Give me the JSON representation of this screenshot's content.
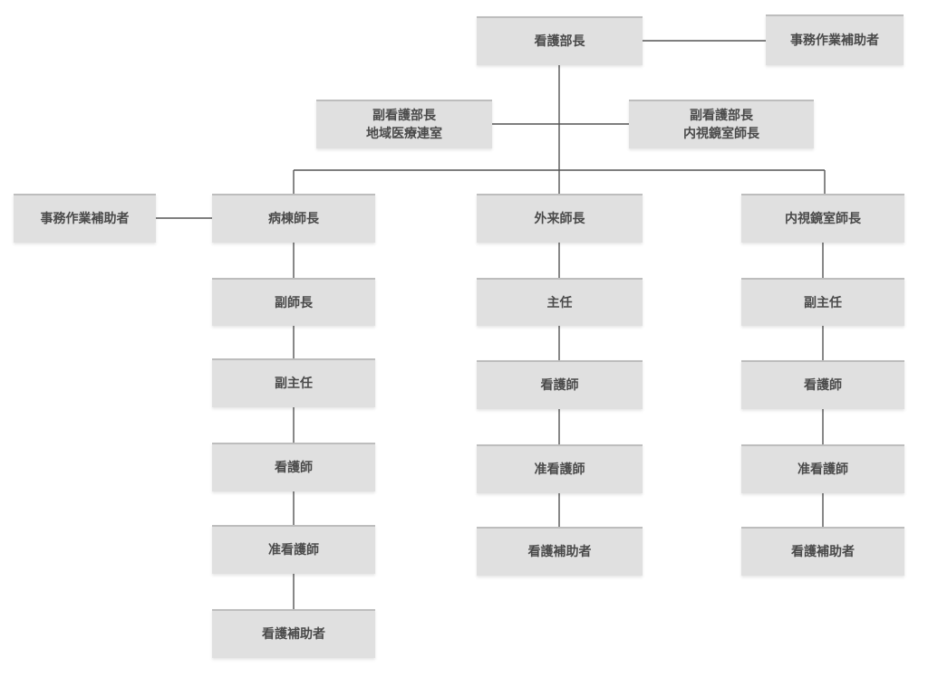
{
  "nodes": {
    "director": {
      "label": "看護部長"
    },
    "clerk_top": {
      "label": "事務作業補助者"
    },
    "deputy_regional": {
      "line1": "副看護部長",
      "line2": "地域医療連室"
    },
    "deputy_endoscopy": {
      "line1": "副看護部長",
      "line2": "内視鏡室師長"
    },
    "clerk_ward": {
      "label": "事務作業補助者"
    },
    "ward": {
      "head": "病棟師長",
      "items": [
        "副師長",
        "副主任",
        "看護師",
        "准看護師",
        "看護補助者"
      ]
    },
    "outpatient": {
      "head": "外来師長",
      "items": [
        "主任",
        "看護師",
        "准看護師",
        "看護補助者"
      ]
    },
    "endoscopy": {
      "head": "内視鏡室師長",
      "items": [
        "副主任",
        "看護師",
        "准看護師",
        "看護補助者"
      ]
    }
  }
}
